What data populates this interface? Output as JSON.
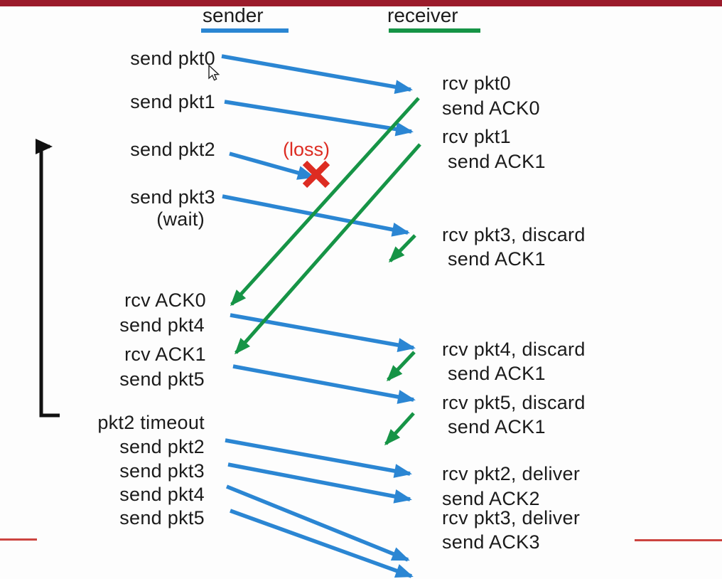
{
  "columns": {
    "sender": "sender",
    "receiver": "receiver"
  },
  "sender_timeline": [
    {
      "text": "send pkt0"
    },
    {
      "text": "send pkt1"
    },
    {
      "text": "send pkt2"
    },
    {
      "text": "send pkt3"
    },
    {
      "text": "(wait)"
    },
    {
      "text": "rcv ACK0"
    },
    {
      "text": "send pkt4"
    },
    {
      "text": "rcv ACK1"
    },
    {
      "text": "send pkt5"
    },
    {
      "text": "pkt2 timeout"
    },
    {
      "text": "send pkt2"
    },
    {
      "text": "send pkt3"
    },
    {
      "text": "send pkt4"
    },
    {
      "text": "send pkt5"
    }
  ],
  "receiver_timeline": [
    {
      "text": "rcv pkt0"
    },
    {
      "text": "send ACK0"
    },
    {
      "text": "rcv pkt1"
    },
    {
      "text": "send ACK1"
    },
    {
      "text": "rcv pkt3, discard"
    },
    {
      "text": "send ACK1"
    },
    {
      "text": "rcv pkt4, discard"
    },
    {
      "text": "send ACK1"
    },
    {
      "text": "rcv pkt5, discard"
    },
    {
      "text": "send ACK1"
    },
    {
      "text": "rcv pkt2, deliver"
    },
    {
      "text": "send ACK2"
    },
    {
      "text": "rcv pkt3, deliver"
    },
    {
      "text": "send ACK3"
    }
  ],
  "annotations": {
    "loss": "(loss)"
  },
  "colors": {
    "blue": "#2b86d3",
    "green": "#169446",
    "red": "#dd2c22",
    "maroon": "#9b1b2b",
    "rule_red": "#cc4440",
    "text": "#1b1b1b",
    "bg": "#fdfdfd"
  }
}
